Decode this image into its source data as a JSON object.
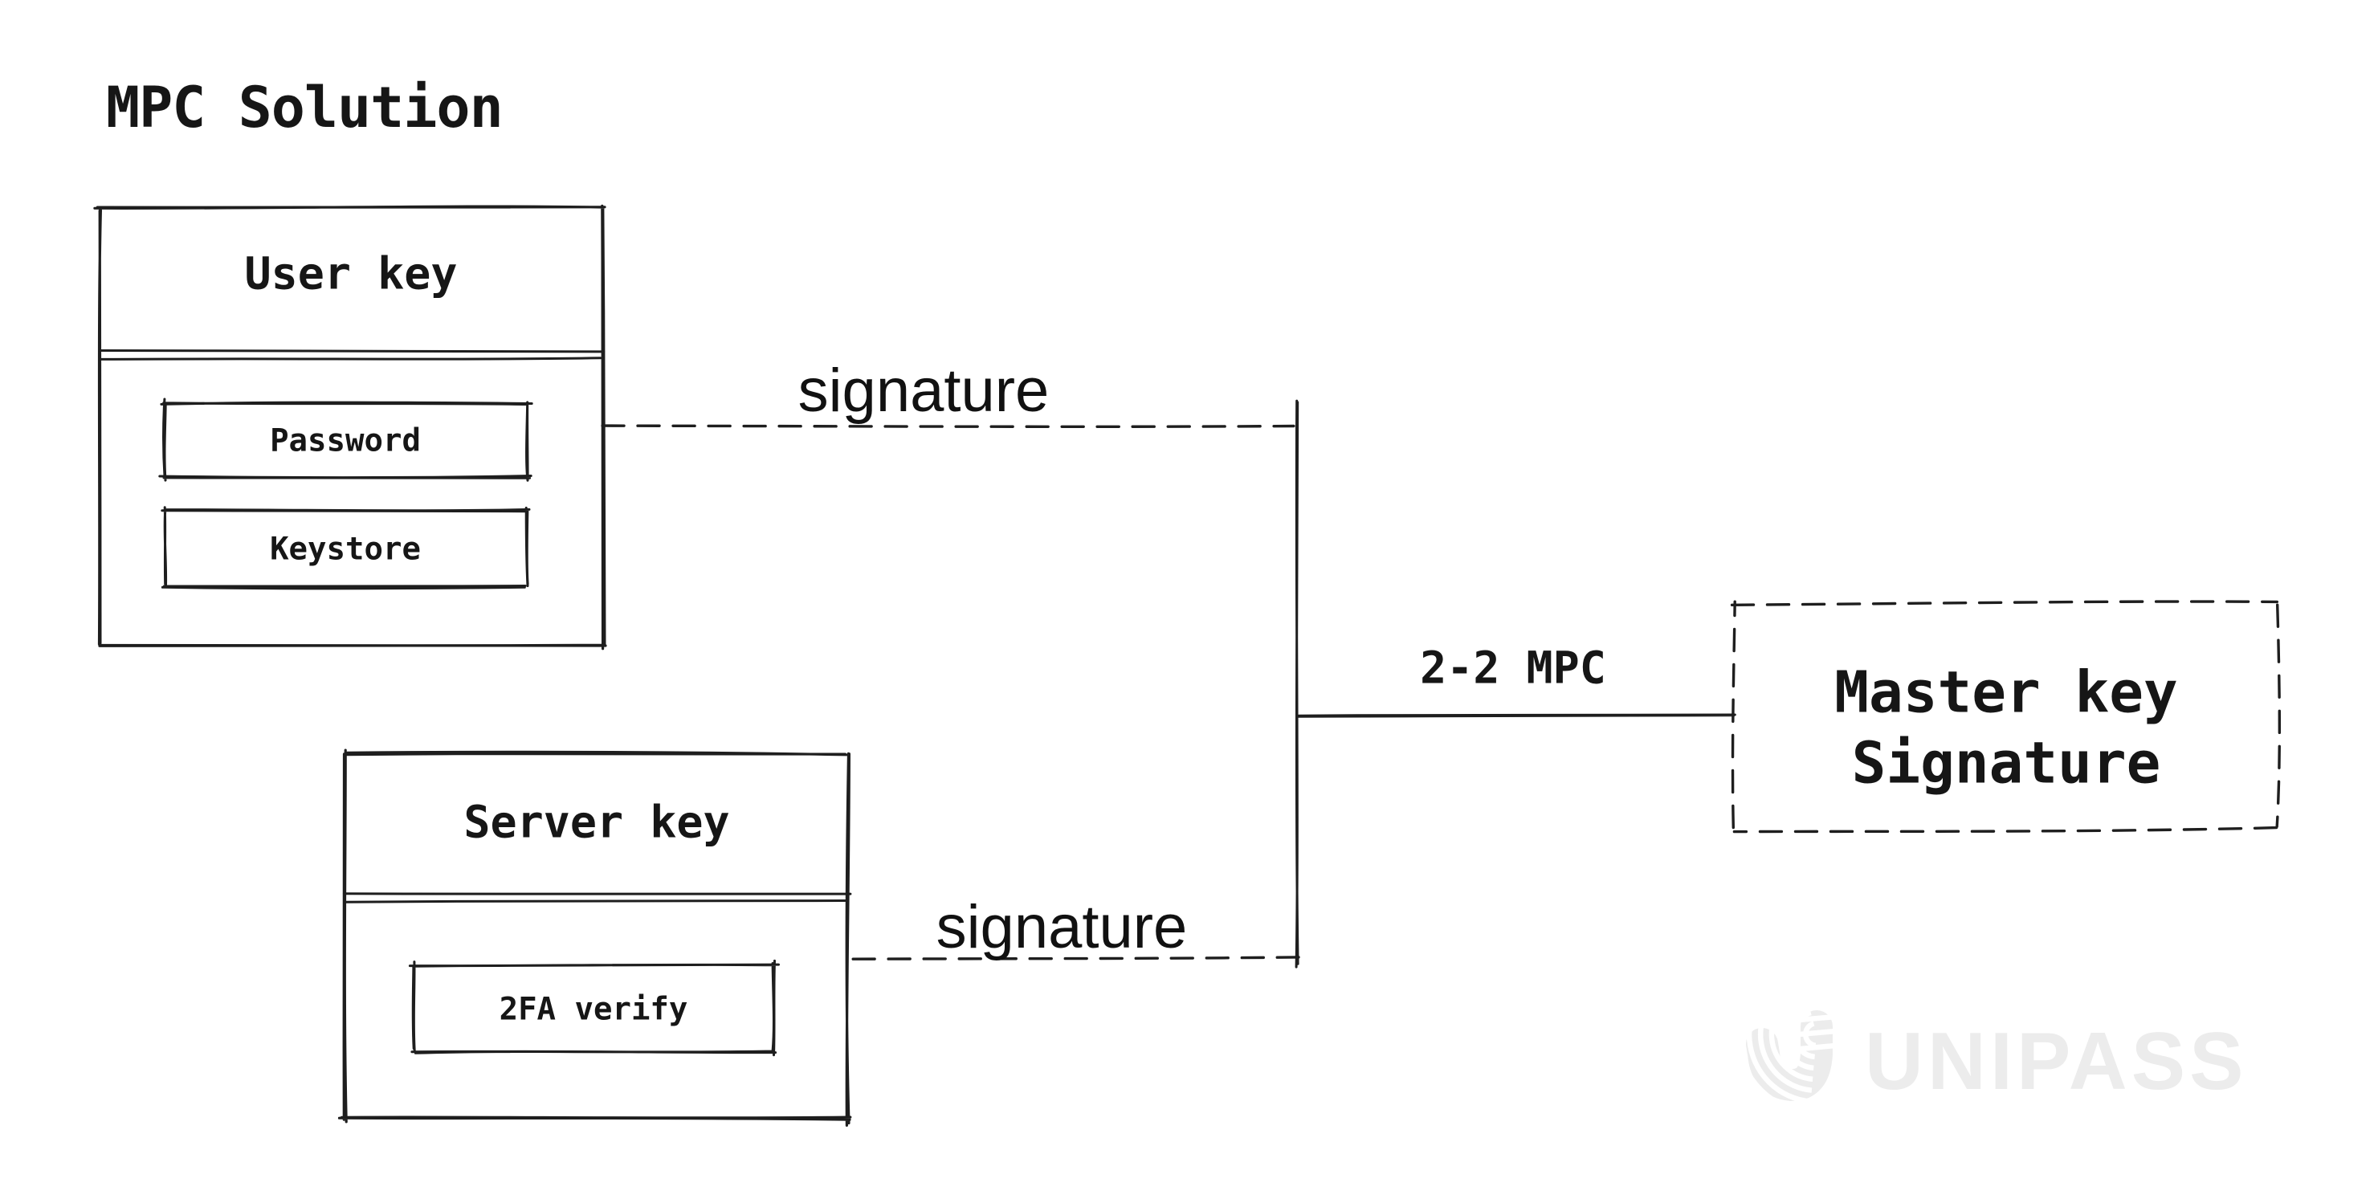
{
  "title": "MPC Solution",
  "colors": {
    "stroke": "#1e1e1e",
    "text": "#161616",
    "background": "#ffffff",
    "watermark": "#ececec"
  },
  "nodes": {
    "user_key": {
      "title": "User key",
      "children": [
        "Password",
        "Keystore"
      ]
    },
    "server_key": {
      "title": "Server key",
      "children": [
        "2FA verify"
      ]
    },
    "master_key": {
      "lines": [
        "Master key",
        "Signature"
      ]
    }
  },
  "edges": {
    "user_to_junction_label": "signature",
    "server_to_junction_label": "signature",
    "junction_to_master_label": "2-2 MPC"
  },
  "watermark": {
    "brand": "UNIPASS",
    "logo_icon": "fingerprint-u-icon"
  }
}
